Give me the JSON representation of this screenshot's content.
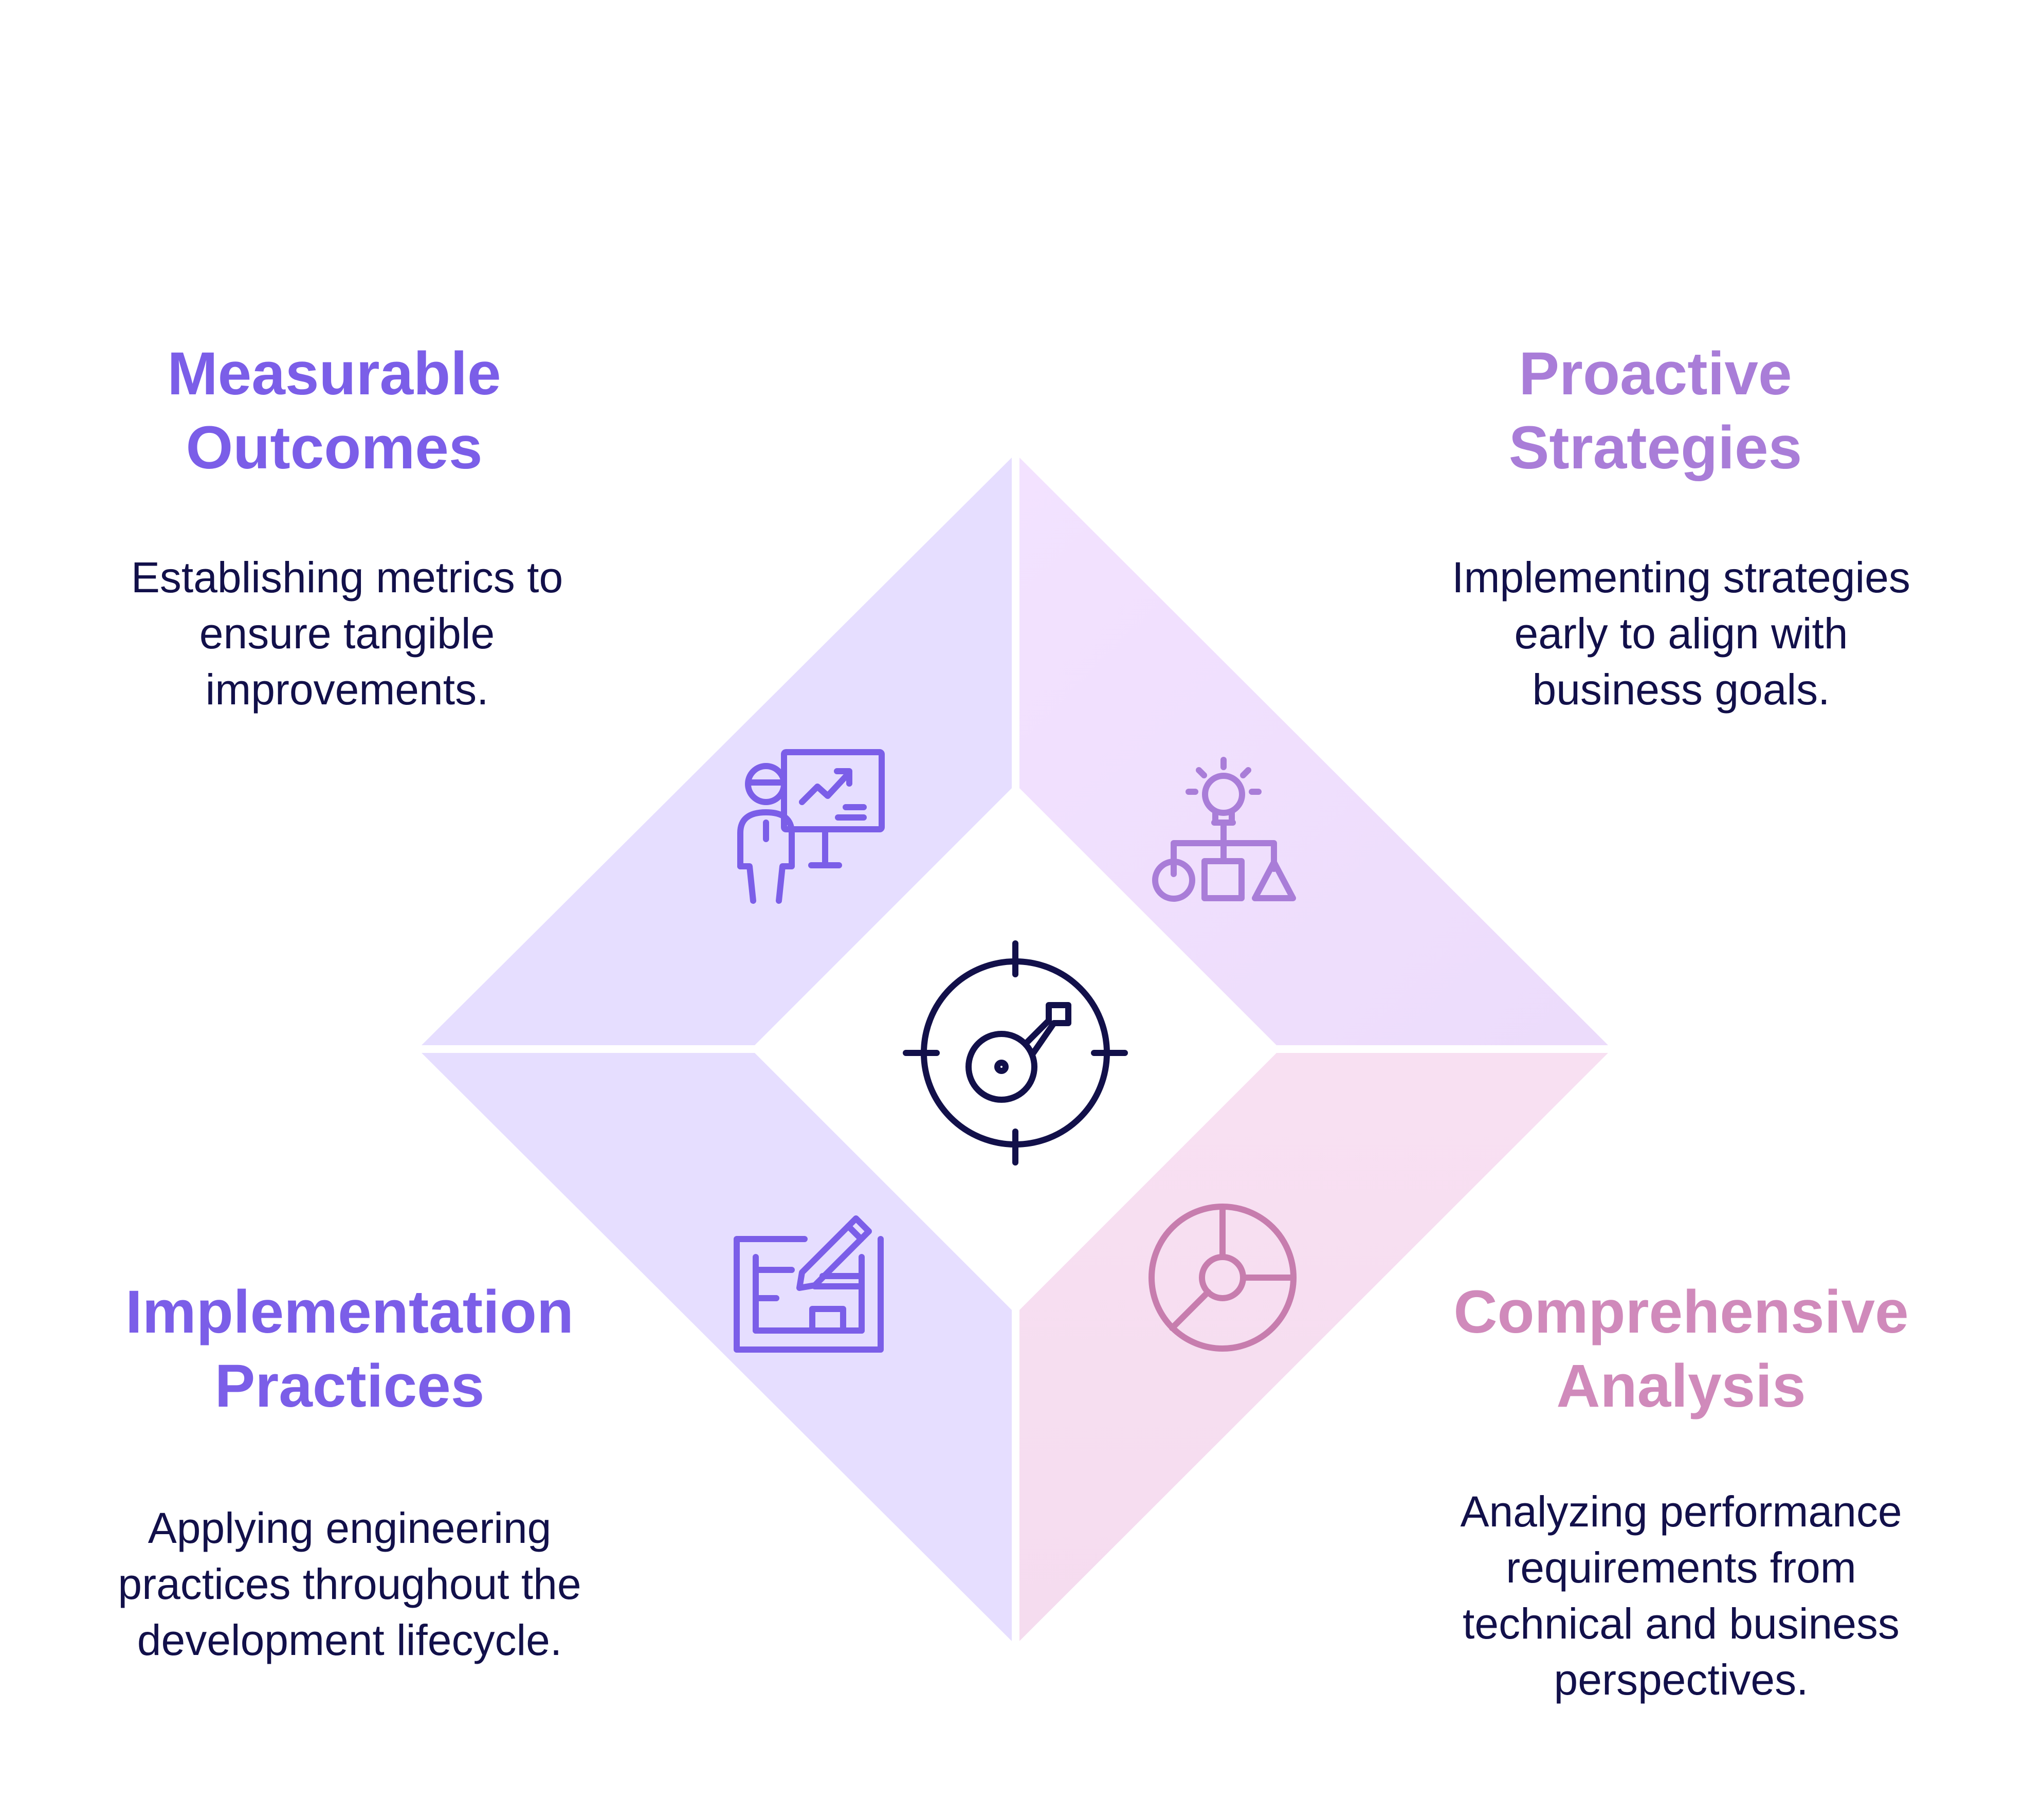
{
  "quadrants": {
    "top_left": {
      "title": "Measurable Outcomes",
      "description": "Establishing metrics to ensure tangible improvements.",
      "icon": "presentation-chart-icon",
      "color": "#7b5ee8",
      "fill": "#e6deff"
    },
    "top_right": {
      "title": "Proactive Strategies",
      "description": "Implementing strategies early to align with business goals.",
      "icon": "strategy-lightbulb-icon",
      "color": "#a97dd8",
      "fill": "#f0e0fc"
    },
    "bottom_left": {
      "title": "Implementation Practices",
      "description": "Applying engineering practices throughout the development lifecycle.",
      "icon": "blueprint-pencil-icon",
      "color": "#7b5ee8",
      "fill": "#e6deff"
    },
    "bottom_right": {
      "title": "Comprehensive Analysis",
      "description": "Analyzing performance requirements from technical and business perspectives.",
      "icon": "pie-chart-icon",
      "color": "#d08abb",
      "fill": "#f8dff0"
    }
  },
  "center": {
    "icon": "target-key-icon",
    "color": "#12104a"
  }
}
